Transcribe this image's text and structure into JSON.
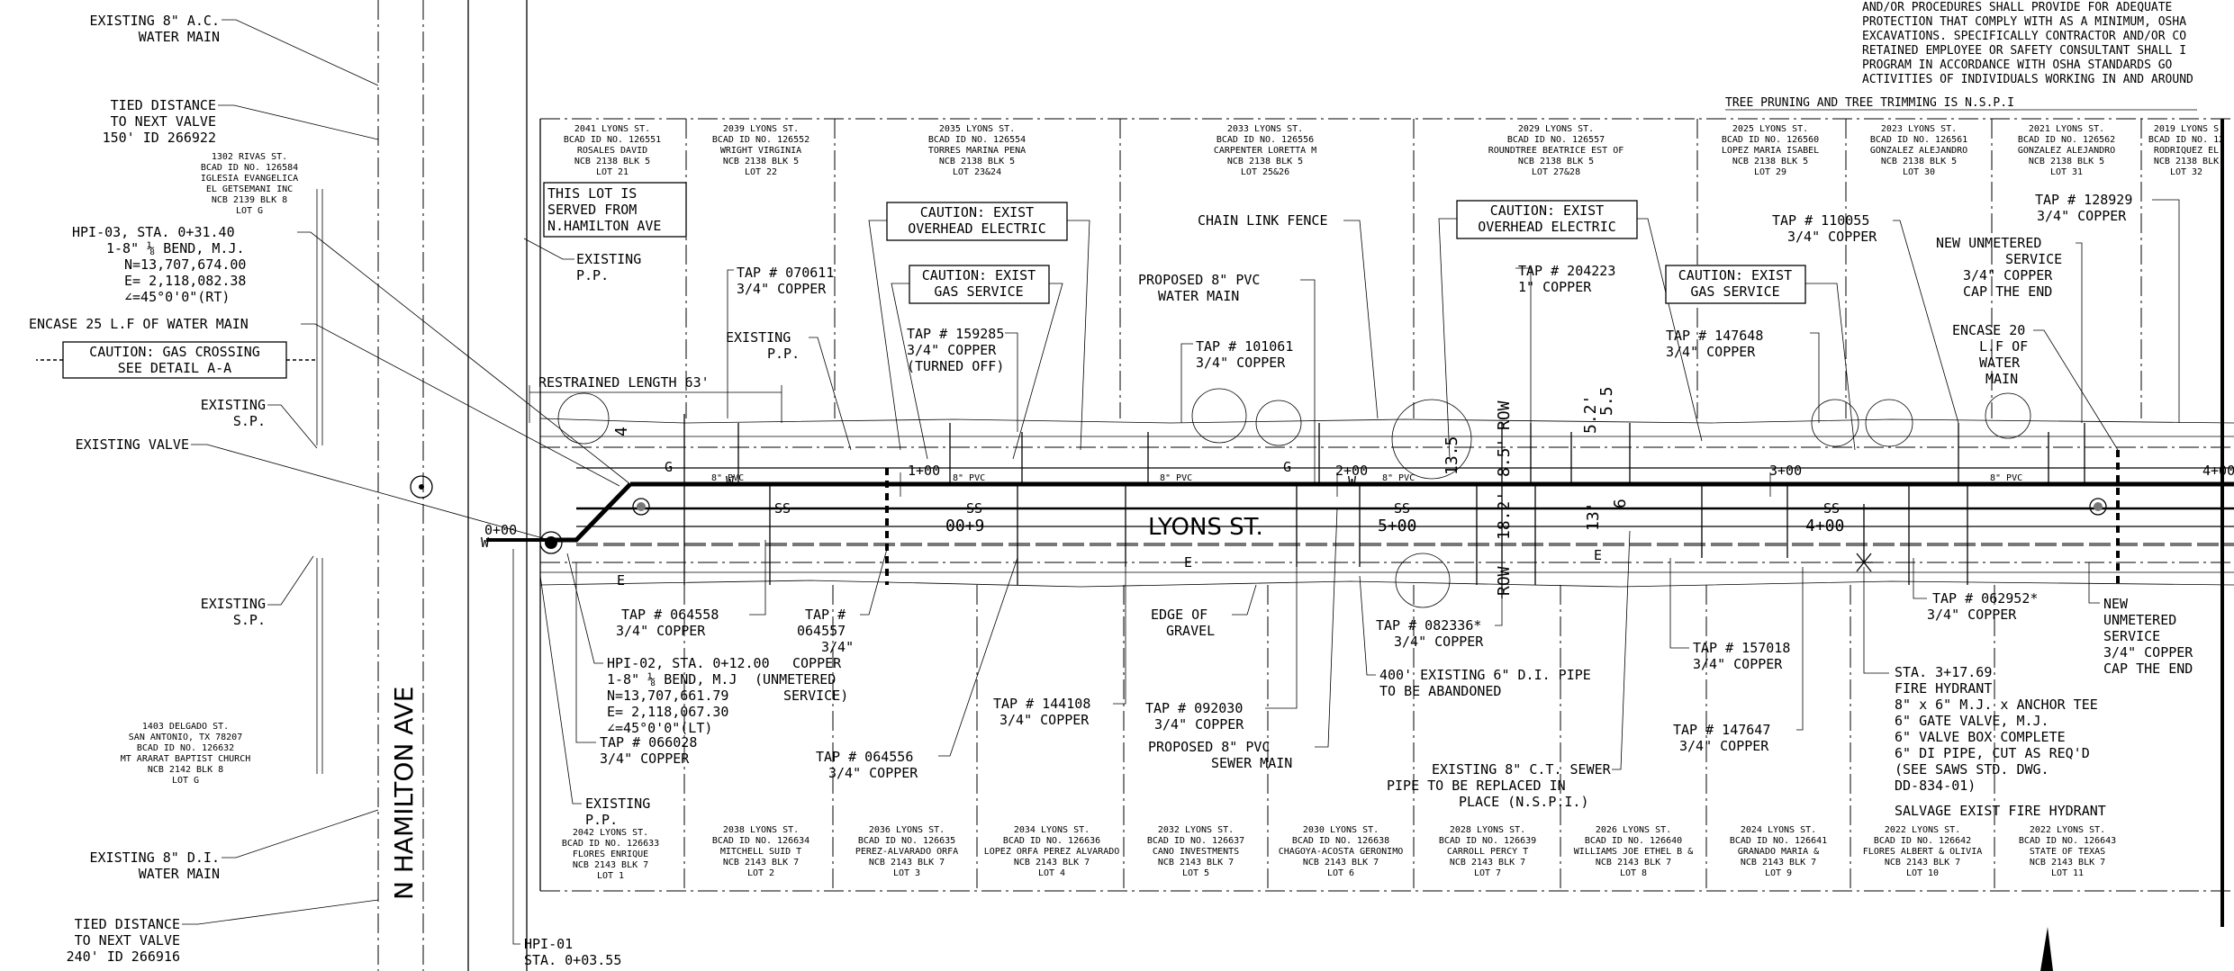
{
  "notes": {
    "safety_lines": [
      "AND/OR PROCEDURES SHALL PROVIDE FOR ADEQUATE",
      "PROTECTION THAT COMPLY WITH AS A MINIMUM, OSHA",
      "EXCAVATIONS. SPECIFICALLY CONTRACTOR AND/OR CO",
      "RETAINED EMPLOYEE OR SAFETY CONSULTANT SHALL I",
      "PROGRAM IN ACCORDANCE WITH OSHA STANDARDS GO",
      "ACTIVITIES OF INDIVIDUALS WORKING IN AND AROUND"
    ],
    "tree_pruning": "TREE PRUNING AND TREE TRIMMING IS N.S.P.I"
  },
  "street": {
    "lyons": "LYONS ST.",
    "hamilton": "N HAMILTON AVE"
  },
  "left_callouts": {
    "ac_main": [
      "EXISTING 8\" A.C.",
      "WATER MAIN"
    ],
    "tied_top": [
      "TIED DISTANCE",
      "TO NEXT VALVE",
      "150' ID 266922"
    ],
    "rivas": [
      "1302 RIVAS ST.",
      "BCAD ID NO. 126584",
      "IGLESIA EVANGELICA",
      "EL GETSEMANI INC",
      "NCB 2139 BLK 8",
      "LOT G"
    ],
    "hpi03": [
      "HPI-03, STA. 0+31.40",
      "1-8\" ⅛ BEND, M.J.",
      "N=13,707,674.00",
      "E= 2,118,082.38",
      "∠=45°0'0\"(RT)"
    ],
    "encase": "ENCASE 25 L.F OF WATER MAIN",
    "caution_gas": [
      "CAUTION: GAS CROSSING",
      "SEE DETAIL A-A"
    ],
    "existing_sp": [
      "EXISTING",
      "S.P."
    ],
    "existing_valve": "EXISTING VALVE",
    "existing_sp2": [
      "EXISTING",
      "S.P."
    ],
    "delgado": [
      "1403 DELGADO ST.",
      "SAN ANTONIO, TX 78207",
      "BCAD ID NO. 126632",
      "MT ARARAT BAPTIST CHURCH",
      "NCB 2142 BLK 8",
      "LOT G"
    ],
    "di_main": [
      "EXISTING 8\" D.I.",
      "WATER MAIN"
    ],
    "tied_bottom": [
      "TIED DISTANCE",
      "TO NEXT VALVE",
      "240' ID 266916"
    ]
  },
  "top_lots": [
    [
      "2041 LYONS ST.",
      "BCAD ID NO. 126551",
      "ROSALES DAVID",
      "NCB 2138 BLK 5",
      "LOT 21"
    ],
    [
      "2039 LYONS ST.",
      "BCAD ID NO. 126552",
      "WRIGHT VIRGINIA",
      "NCB 2138 BLK 5",
      "LOT 22"
    ],
    [
      "2035 LYONS ST.",
      "BCAD ID NO. 126554",
      "TORRES MARINA PENA",
      "NCB 2138 BLK 5",
      "LOT 23&24"
    ],
    [
      "2033 LYONS ST.",
      "BCAD ID NO. 126556",
      "CARPENTER LORETTA M",
      "NCB 2138 BLK 5",
      "LOT 25&26"
    ],
    [
      "2029 LYONS ST.",
      "BCAD ID NO. 126557",
      "ROUNDTREE BEATRICE EST OF",
      "NCB 2138 BLK 5",
      "LOT 27&28"
    ],
    [
      "2025 LYONS ST.",
      "BCAD ID NO. 126560",
      "LOPEZ MARIA ISABEL",
      "NCB 2138 BLK 5",
      "LOT 29"
    ],
    [
      "2023 LYONS ST.",
      "BCAD ID NO. 126561",
      "GONZALEZ ALEJANDRO",
      "NCB 2138 BLK 5",
      "LOT 30"
    ],
    [
      "2021 LYONS ST.",
      "BCAD ID NO. 126562",
      "GONZALEZ ALEJANDRO",
      "NCB 2138 BLK 5",
      "LOT 31"
    ],
    [
      "2019 LYONS S",
      "BCAD ID NO. 12",
      "RODRIQUEZ EL",
      "NCB 2138 BLK",
      "LOT 32"
    ]
  ],
  "bottom_lots": [
    [
      "2042 LYONS ST.",
      "BCAD ID NO. 126633",
      "FLORES ENRIQUE",
      "NCB 2143 BLK 7",
      "LOT 1"
    ],
    [
      "2038 LYONS ST.",
      "BCAD ID NO. 126634",
      "MITCHELL SUID T",
      "NCB 2143 BLK 7",
      "LOT 2"
    ],
    [
      "2036 LYONS ST.",
      "BCAD ID NO. 126635",
      "PEREZ-ALVARADO ORFA",
      "NCB 2143 BLK 7",
      "LOT 3"
    ],
    [
      "2034 LYONS ST.",
      "BCAD ID NO. 126636",
      "LOPEZ ORFA PEREZ ALVARADO",
      "NCB 2143 BLK 7",
      "LOT 4"
    ],
    [
      "2032 LYONS ST.",
      "BCAD ID NO. 126637",
      "CANO INVESTMENTS",
      "NCB 2143 BLK 7",
      "LOT 5"
    ],
    [
      "2030 LYONS ST.",
      "BCAD ID NO. 126638",
      "CHAGOYA-ACOSTA GERONIMO",
      "NCB 2143 BLK 7",
      "LOT 6"
    ],
    [
      "2028 LYONS ST.",
      "BCAD ID NO. 126639",
      "CARROLL PERCY T",
      "NCB 2143 BLK 7",
      "LOT 7"
    ],
    [
      "2026 LYONS ST.",
      "BCAD ID NO. 126640",
      "WILLIAMS JOE ETHEL B &",
      "NCB 2143 BLK 7",
      "LOT 8"
    ],
    [
      "2024 LYONS ST.",
      "BCAD ID NO. 126641",
      "GRANADO MARIA &",
      "NCB 2143 BLK 7",
      "LOT 9"
    ],
    [
      "2022 LYONS ST.",
      "BCAD ID NO. 126642",
      "FLORES ALBERT & OLIVIA",
      "NCB 2143 BLK 7",
      "LOT 10"
    ],
    [
      "2022 LYONS ST.",
      "BCAD ID NO. 126643",
      "STATE OF TEXAS",
      "NCB 2143 BLK 7",
      "LOT 11"
    ]
  ],
  "callouts": {
    "served": [
      "THIS LOT IS",
      "SERVED FROM",
      "N.HAMILTON AVE"
    ],
    "pp_top": [
      "EXISTING",
      "P.P."
    ],
    "restrained": "RESTRAINED LENGTH 63'",
    "caution_elec1": [
      "CAUTION: EXIST",
      "OVERHEAD ELECTRIC"
    ],
    "caution_gas1": [
      "CAUTION: EXIST",
      "GAS SERVICE"
    ],
    "tap070611": [
      "TAP # 070611",
      "3/4\" COPPER"
    ],
    "pp2": [
      "EXISTING",
      "P.P."
    ],
    "tap159285": [
      "TAP # 159285",
      "3/4\" COPPER",
      "(TURNED OFF)"
    ],
    "chain": "CHAIN LINK FENCE",
    "prop_water": [
      "PROPOSED 8\" PVC",
      "WATER MAIN"
    ],
    "tap101061": [
      "TAP # 101061",
      "3/4\" COPPER"
    ],
    "caution_elec2": [
      "CAUTION: EXIST",
      "OVERHEAD ELECTRIC"
    ],
    "tap204223": [
      "TAP # 204223",
      "1\" COPPER"
    ],
    "caution_gas2": [
      "CAUTION: EXIST",
      "GAS SERVICE"
    ],
    "tap147648": [
      "TAP # 147648",
      "3/4\" COPPER"
    ],
    "tap110055": [
      "TAP # 110055",
      "3/4\" COPPER"
    ],
    "new_unmetered1": [
      "NEW UNMETERED",
      "SERVICE",
      "3/4\" COPPER",
      "CAP THE END"
    ],
    "tap128929": [
      "TAP # 128929",
      "3/4\" COPPER"
    ],
    "encase20": [
      "ENCASE 20",
      "L.F OF",
      "WATER",
      "MAIN"
    ],
    "tap064558": [
      "TAP # 064558",
      "3/4\" COPPER"
    ],
    "tap064557": [
      "TAP #",
      "064557",
      "3/4\"",
      "COPPER",
      "(UNMETERED",
      "SERVICE)"
    ],
    "hpi02": [
      "HPI-02, STA. 0+12.00",
      "1-8\" ⅛ BEND, M.J",
      "N=13,707,661.79",
      "E= 2,118,067.30",
      "∠=45°0'0\"(LT)"
    ],
    "tap066028": [
      "TAP # 066028",
      "3/4\" COPPER"
    ],
    "pp_bottom": [
      "EXISTING",
      "P.P."
    ],
    "tap064556": [
      "TAP # 064556",
      "3/4\" COPPER"
    ],
    "tap144108": [
      "TAP # 144108",
      "3/4\" COPPER"
    ],
    "gravel": [
      "EDGE OF",
      "GRAVEL"
    ],
    "tap092030": [
      "TAP # 092030",
      "3/4\" COPPER"
    ],
    "prop_sewer": [
      "PROPOSED 8\" PVC",
      "SEWER MAIN"
    ],
    "tap082336": [
      "TAP # 082336*",
      "3/4\" COPPER"
    ],
    "di_abandon": [
      "400' EXISTING 6\" D.I. PIPE",
      "TO BE ABANDONED"
    ],
    "ct_sewer": [
      "EXISTING 8\" C.T. SEWER",
      "PIPE TO BE REPLACED IN",
      "PLACE (N.S.P.I.)"
    ],
    "tap157018": [
      "TAP # 157018",
      "3/4\" COPPER"
    ],
    "tap147647": [
      "TAP # 147647",
      "3/4\" COPPER"
    ],
    "tap062952": [
      "TAP # 062952*",
      "3/4\" COPPER"
    ],
    "new_unmetered2": [
      "NEW",
      "UNMETERED",
      "SERVICE",
      "3/4\" COPPER",
      "CAP THE END"
    ],
    "hydrant": [
      "STA. 3+17.69",
      "FIRE HYDRANT",
      "8\" x 6\" M.J. x ANCHOR TEE",
      "6\" GATE VALVE, M.J.",
      "6\" VALVE BOX COMPLETE",
      "6\" DI PIPE, CUT AS REQ'D",
      "(SEE SAWS STD. DWG.",
      "DD-834-01)",
      "SALVAGE EXIST FIRE HYDRANT"
    ],
    "hpi01": [
      "HPI-01",
      "STA. 0+03.55"
    ]
  },
  "stations": {
    "s0": "0+00",
    "s1": "1+00",
    "s2": "2+00",
    "s3": "3+00",
    "s4": "4+00",
    "p1": "00+9",
    "p2": "5+00",
    "p3": "4+00"
  },
  "dims": {
    "row_top": "ROW",
    "row_bot": "ROW",
    "d1": "8.5'",
    "d2": "18.2'",
    "d3": "13.5",
    "d4": "5.2'",
    "d5": "5.5",
    "d6": "13'",
    "d7": "4",
    "d8": "6"
  },
  "pipe_tags": {
    "pvc": "8\" PVC",
    "ss": "SS",
    "w": "W",
    "g": "G",
    "e": "E"
  }
}
